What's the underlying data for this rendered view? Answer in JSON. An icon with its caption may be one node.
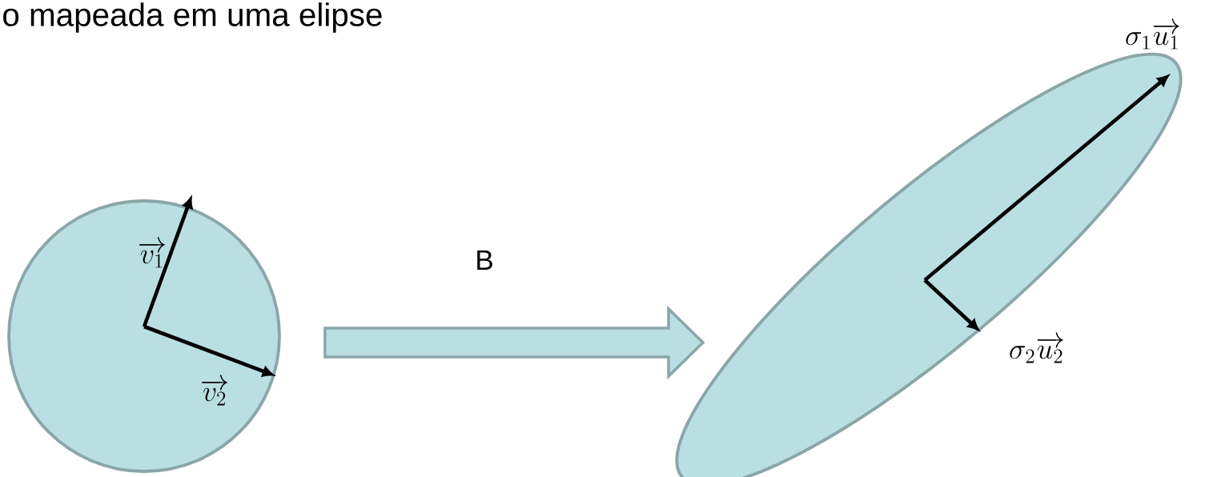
{
  "diagram": {
    "title": "o mapeada em uma elipse",
    "nodes": [
      {
        "text": [],
        "shape": "circle"
      },
      {
        "text": [],
        "shape": "ellipse"
      }
    ],
    "edges": [
      {
        "from": 0,
        "to": 1,
        "arrow": "to",
        "label": "B"
      }
    ],
    "labels": [
      "\\overrightarrow{v_1}",
      "\\overrightarrow{v_2}",
      "\\sigma_1\\overrightarrow{u_1}",
      "\\sigma_2\\overrightarrow{u_2}"
    ]
  }
}
